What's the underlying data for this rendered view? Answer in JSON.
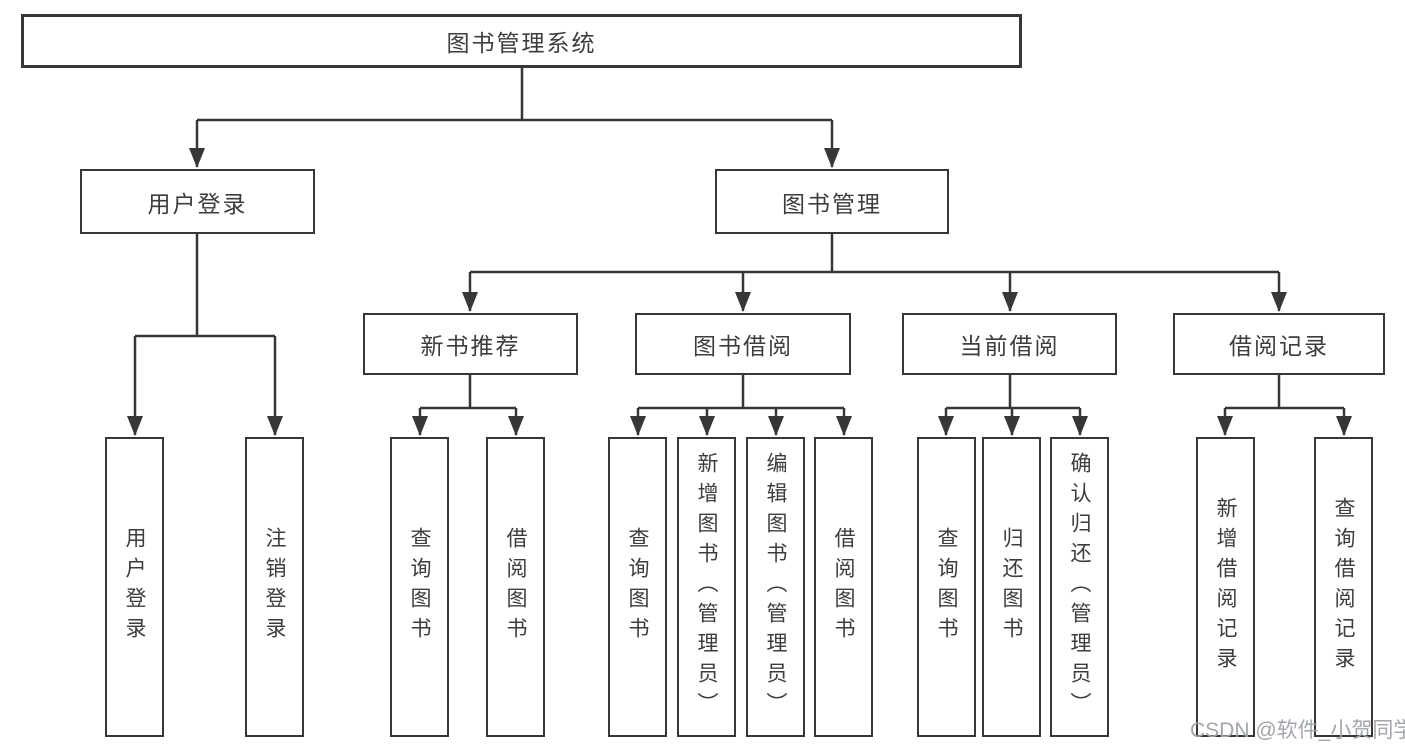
{
  "tree": {
    "root": {
      "label": "图书管理系统"
    },
    "children": [
      {
        "label": "用户登录",
        "children": [
          {
            "label": "用户登录"
          },
          {
            "label": "注销登录"
          }
        ]
      },
      {
        "label": "图书管理",
        "children": [
          {
            "label": "新书推荐",
            "children": [
              {
                "label": "查询图书"
              },
              {
                "label": "借阅图书"
              }
            ]
          },
          {
            "label": "图书借阅",
            "children": [
              {
                "label": "查询图书"
              },
              {
                "label": "新增图书（管理员）"
              },
              {
                "label": "编辑图书（管理员）"
              },
              {
                "label": "借阅图书"
              }
            ]
          },
          {
            "label": "当前借阅",
            "children": [
              {
                "label": "查询图书"
              },
              {
                "label": "归还图书"
              },
              {
                "label": "确认归还（管理员）"
              }
            ]
          },
          {
            "label": "借阅记录",
            "children": [
              {
                "label": "新增借阅记录"
              },
              {
                "label": "查询借阅记录"
              }
            ]
          }
        ]
      }
    ]
  },
  "watermark": {
    "text": "CSDN @软件_小贺同学"
  },
  "colors": {
    "line": "#373737",
    "text": "#3d3d3d",
    "watermark": "#a2a6aa",
    "background": "#ffffff"
  }
}
